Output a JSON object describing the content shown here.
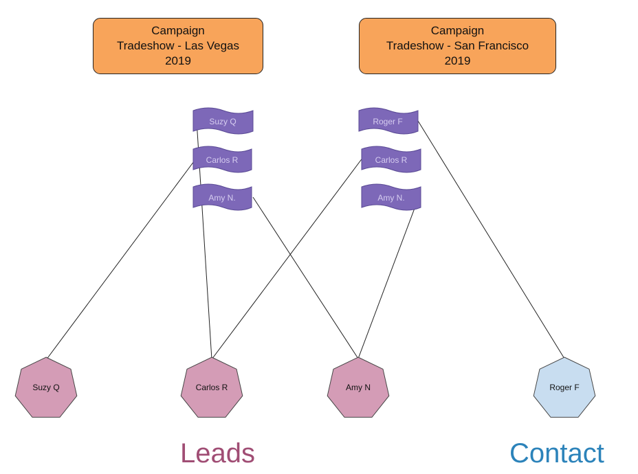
{
  "campaigns": [
    {
      "line1": "Campaign",
      "line2": "Tradeshow - Las Vegas",
      "line3": "2019"
    },
    {
      "line1": "Campaign",
      "line2": "Tradeshow - San Francisco",
      "line3": "2019"
    }
  ],
  "flags": {
    "las_vegas": [
      "Suzy Q",
      "Carlos R",
      "Amy N."
    ],
    "san_francisco": [
      "Roger F",
      "Carlos R",
      "Amy N."
    ]
  },
  "nodes": {
    "suzy": "Suzy Q",
    "carlos": "Carlos R",
    "amy": "Amy N",
    "roger": "Roger F"
  },
  "labels": {
    "leads": "Leads",
    "contact": "Contact"
  },
  "colors": {
    "campaign_fill": "#f8a45a",
    "flag_fill": "#7d68b8",
    "lead_fill": "#d49cb6",
    "contact_fill": "#c8ddf0",
    "leads_text": "#a04d74",
    "contact_text": "#2c83ba"
  }
}
